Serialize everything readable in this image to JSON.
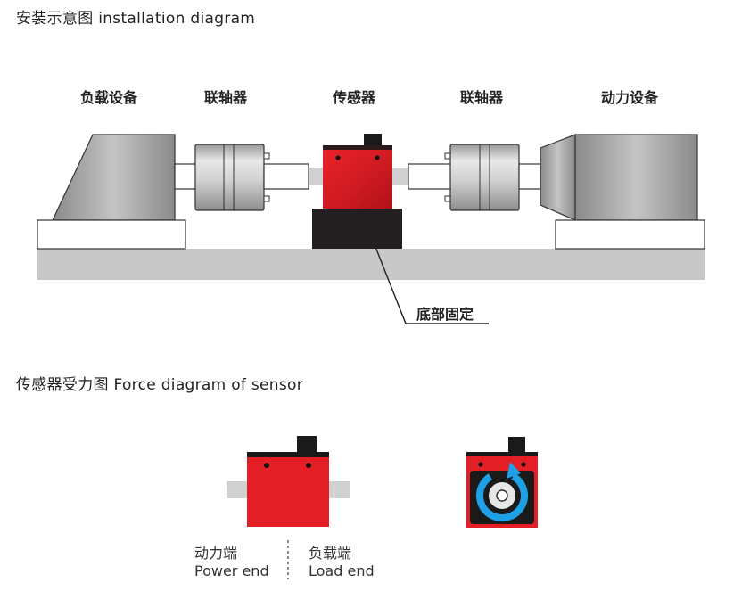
{
  "section_install": {
    "title": "安装示意图 installation diagram"
  },
  "labels": {
    "load_device": "负载设备",
    "coupling_left": "联轴器",
    "sensor": "传感器",
    "coupling_right": "联轴器",
    "power_device": "动力设备",
    "base_fixed": "底部固定"
  },
  "section_force": {
    "title": "传感器受力图 Force diagram of sensor"
  },
  "force_labels": {
    "power_end_cn": "动力端",
    "power_end_en": "Power end",
    "load_end_cn": "负载端",
    "load_end_en": "Load end"
  },
  "colors": {
    "sensor_red": "#e31e24",
    "base_gray": "#c8c8c8",
    "arrow_blue": "#1ea0e6"
  }
}
